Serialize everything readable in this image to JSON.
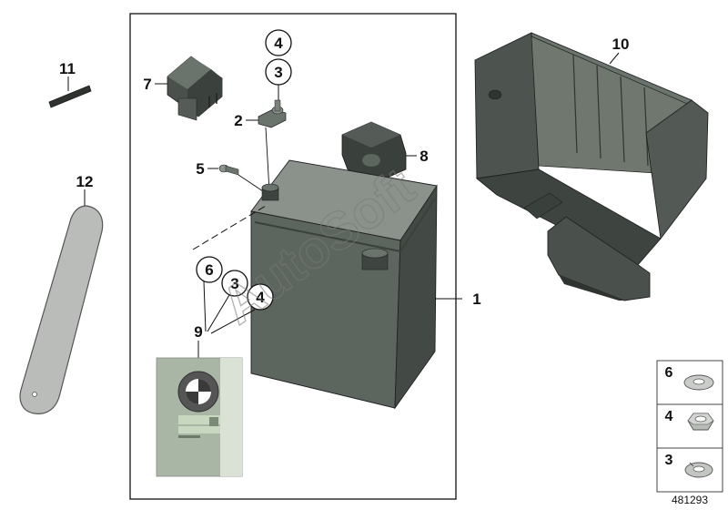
{
  "diagram": {
    "reference_number": "481293",
    "watermark": "AutoSoft",
    "part_labels": {
      "p1": "1",
      "p2": "2",
      "p3": "3",
      "p4": "4",
      "p5": "5",
      "p6": "6",
      "p7": "7",
      "p8": "8",
      "p9": "9",
      "p10": "10",
      "p11": "11",
      "p12": "12"
    },
    "legend_items": [
      {
        "label": "6",
        "part": "washer"
      },
      {
        "label": "4",
        "part": "hex-nut"
      },
      {
        "label": "3",
        "part": "spring-washer"
      }
    ],
    "colors": {
      "part_fill": "#5d655f",
      "part_dark": "#3e443f",
      "part_light": "#8a928b",
      "line": "#111111",
      "label_green": "#c8d8c0"
    }
  }
}
